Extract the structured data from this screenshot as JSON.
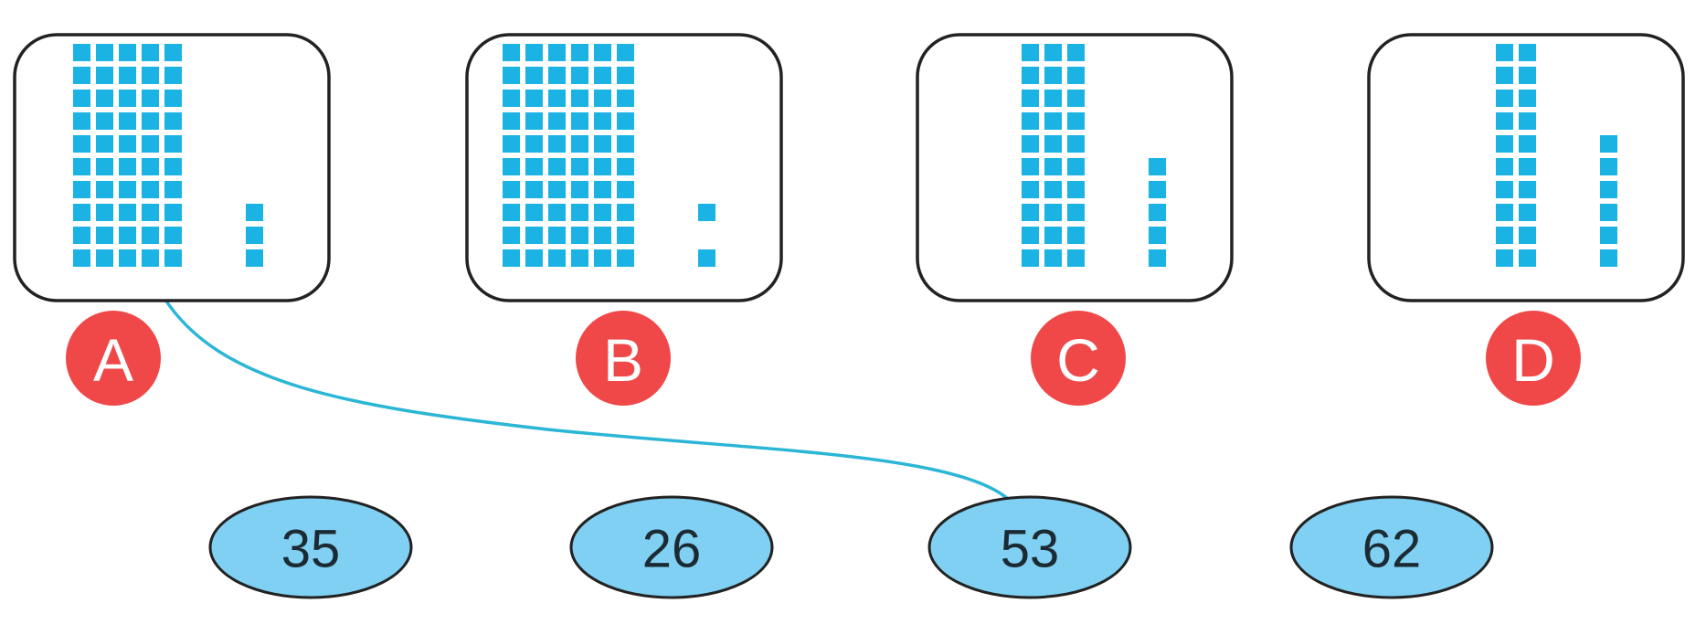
{
  "cards": [
    {
      "label": "A",
      "tens": 5,
      "ones": 3
    },
    {
      "label": "B",
      "tens": 6,
      "ones": 2
    },
    {
      "label": "C",
      "tens": 3,
      "ones": 5
    },
    {
      "label": "D",
      "tens": 2,
      "ones": 6
    }
  ],
  "answers": [
    "35",
    "26",
    "53",
    "62"
  ],
  "connection": {
    "from": "A",
    "to": "53"
  },
  "colors": {
    "cube": "#1ab3e3",
    "badge": "#f04848",
    "oval": "#7fd0f2",
    "line": "#2cb6d6"
  }
}
